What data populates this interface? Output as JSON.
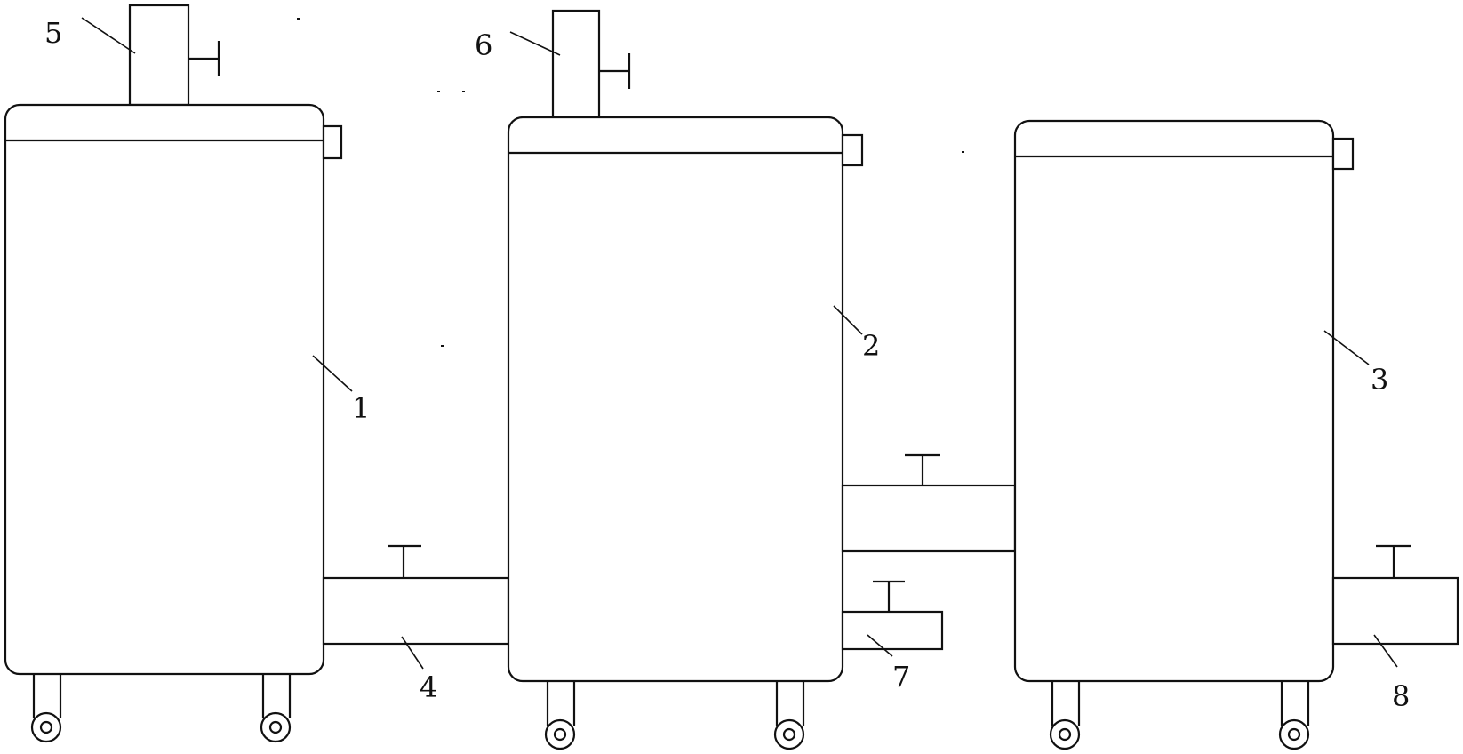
{
  "figure": {
    "labels": {
      "tank1": "1",
      "tank2": "2",
      "tank3": "3",
      "pipe4": "4",
      "inlet5": "5",
      "inlet6": "6",
      "outlet7": "7",
      "outlet8": "8"
    }
  },
  "colors": {
    "ink": "#111111",
    "background": "#ffffff"
  }
}
